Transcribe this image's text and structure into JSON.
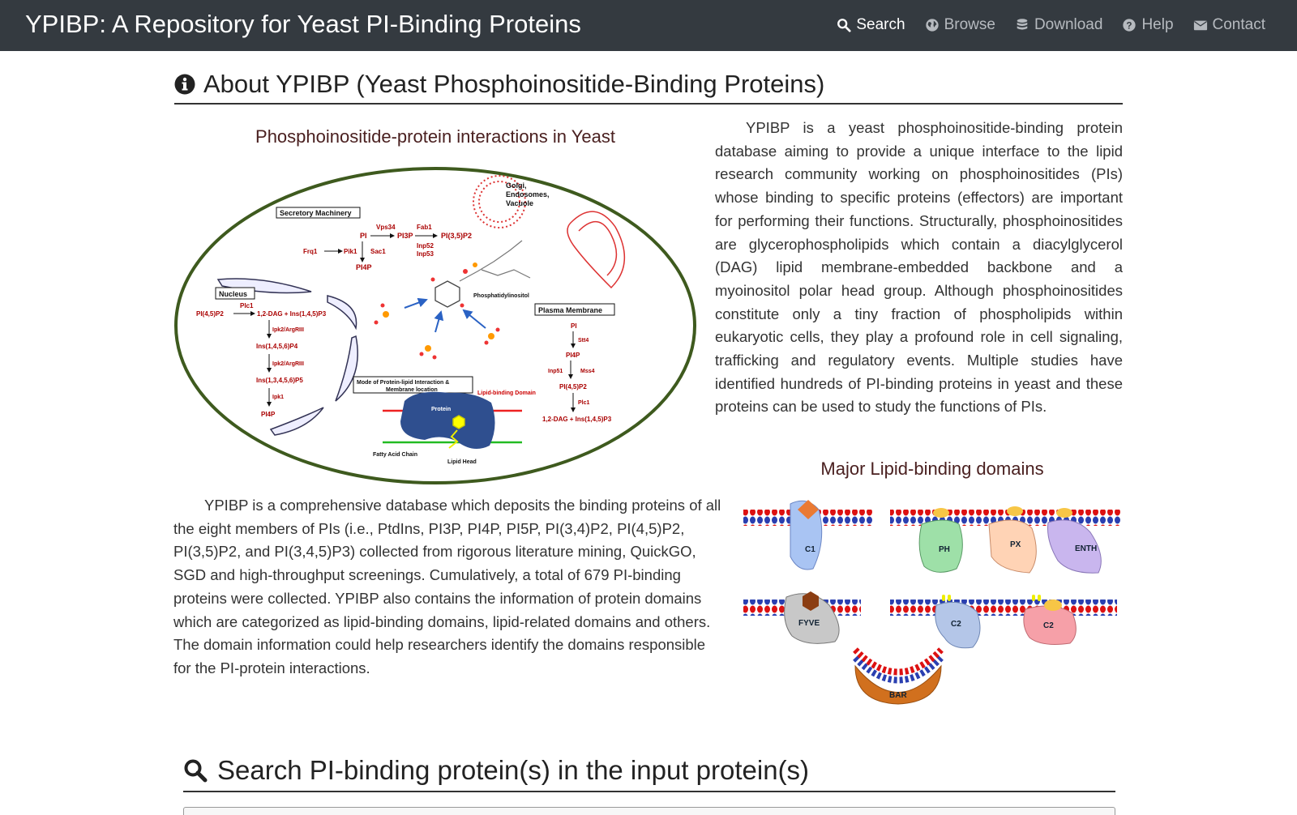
{
  "navbar": {
    "brand": "YPIBP: A Repository for Yeast PI-Binding Proteins",
    "items": [
      {
        "label": "Search",
        "icon": "search-icon"
      },
      {
        "label": "Browse",
        "icon": "globe-icon"
      },
      {
        "label": "Download",
        "icon": "database-icon"
      },
      {
        "label": "Help",
        "icon": "question-icon"
      },
      {
        "label": "Contact",
        "icon": "envelope-icon"
      }
    ]
  },
  "about": {
    "heading": "About YPIBP (Yeast Phosphoinositide-Binding Proteins)",
    "figure_title": "Phosphoinositide-protein interactions in Yeast",
    "intro_paragraph": "YPIBP is a yeast phosphoinositide-binding protein database aiming to provide a unique interface to the lipid research community working on phosphoinositides (PIs) whose binding to specific proteins (effectors) are important for performing their functions. Structurally, phosphoinositides are glycerophospholipids which contain a diacylglycerol (DAG) lipid membrane-embedded backbone and a myoinositol polar head group. Although phosphoinositides constitute only a tiny fraction of phospholipids within eukaryotic cells, they play a profound role in cell signaling, trafficking and regulatory events. Multiple studies have identified hundreds of PI-binding proteins in yeast and these proteins can be used to study the functions of PIs.",
    "domains_title": "Major Lipid-binding domains",
    "detail_paragraph": "YPIBP is a comprehensive database which deposits the binding proteins of all the eight members of PIs (i.e., PtdIns, PI3P, PI4P, PI5P, PI(3,4)P2, PI(4,5)P2, PI(3,5)P2, and PI(3,4,5)P3) collected from rigorous literature mining, QuickGO, SGD and high-throughput screenings. Cumulatively, a total of 679 PI-binding proteins were collected. YPIBP also contains the information of protein domains which are categorized as lipid-binding domains, lipid-related domains and others. The domain information could help researchers identify the domains responsible for the PI-protein interactions."
  },
  "diagram": {
    "golgi": [
      "Golgi,",
      "Endosomes,",
      "Vacuole"
    ],
    "secretory": "Secretory Machinery",
    "sec": {
      "vps34": "Vps34",
      "fab1": "Fab1",
      "pi": "PI",
      "pi3p": "PI3P",
      "pi35p2": "PI(3,5)P2",
      "inp52": "Inp52",
      "inp53": "Inp53",
      "frq1": "Frq1",
      "pik1": "Pik1",
      "sac1": "Sac1",
      "pi4p": "PI4P"
    },
    "nucleus": "Nucleus",
    "nuc": {
      "pi45p2": "PI(4,5)P2",
      "plc1": "Plc1",
      "dag": "1,2-DAG + Ins(1,4,5)P3",
      "ipk2a": "Ipk2/ArgRIII",
      "ip4": "Ins(1,4,5,6)P4",
      "ipk2b": "Ipk2/ArgRIII",
      "ip5": "Ins(1,3,4,5,6)P5",
      "ipk1": "Ipk1",
      "pi4p": "PI4P"
    },
    "phosphatidylinositol": "Phosphatidylinositol",
    "plasma": "Plasma Membrane",
    "pm": {
      "pi": "PI",
      "stt4": "Stt4",
      "pi4p": "PI4P",
      "inp51": "Inp51",
      "mss4": "Mss4",
      "pi45p2": "PI(4,5)P2",
      "plc1": "Plc1",
      "dag": "1,2-DAG + Ins(1,4,5)P3"
    },
    "mode": [
      "Mode of Protein-lipid Interaction &",
      "Membrane location"
    ],
    "protein": "Protein",
    "lipid_binding": "Lipid-binding Domain",
    "fatty_acid": "Fatty Acid Chain",
    "lipid_head": "Lipid Head"
  },
  "domains": [
    "C1",
    "PH",
    "PX",
    "ENTH",
    "FYVE",
    "C2",
    "C2",
    "BAR"
  ],
  "search": {
    "heading": "Search PI-binding protein(s) in the input protein(s)"
  },
  "colors": {
    "navbar": "#343a40",
    "ellipse_border": "#3e5a1e",
    "subtitle": "#4a2020"
  }
}
